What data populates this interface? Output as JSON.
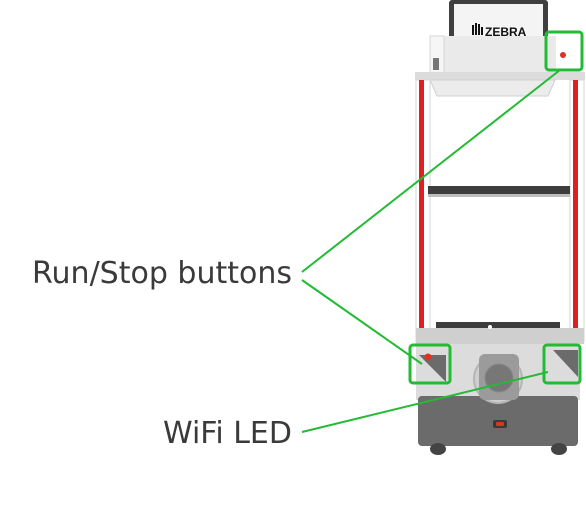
{
  "screen": {
    "brand": "ZEBRA",
    "brand_mark": "zebra-head-logo"
  },
  "labels": {
    "run_stop": "Run/Stop buttons",
    "wifi_led": "WiFi LED"
  },
  "colors": {
    "callout": "#22bb33",
    "led_red": "#e02020",
    "wifi_led": "#d63a1a"
  }
}
